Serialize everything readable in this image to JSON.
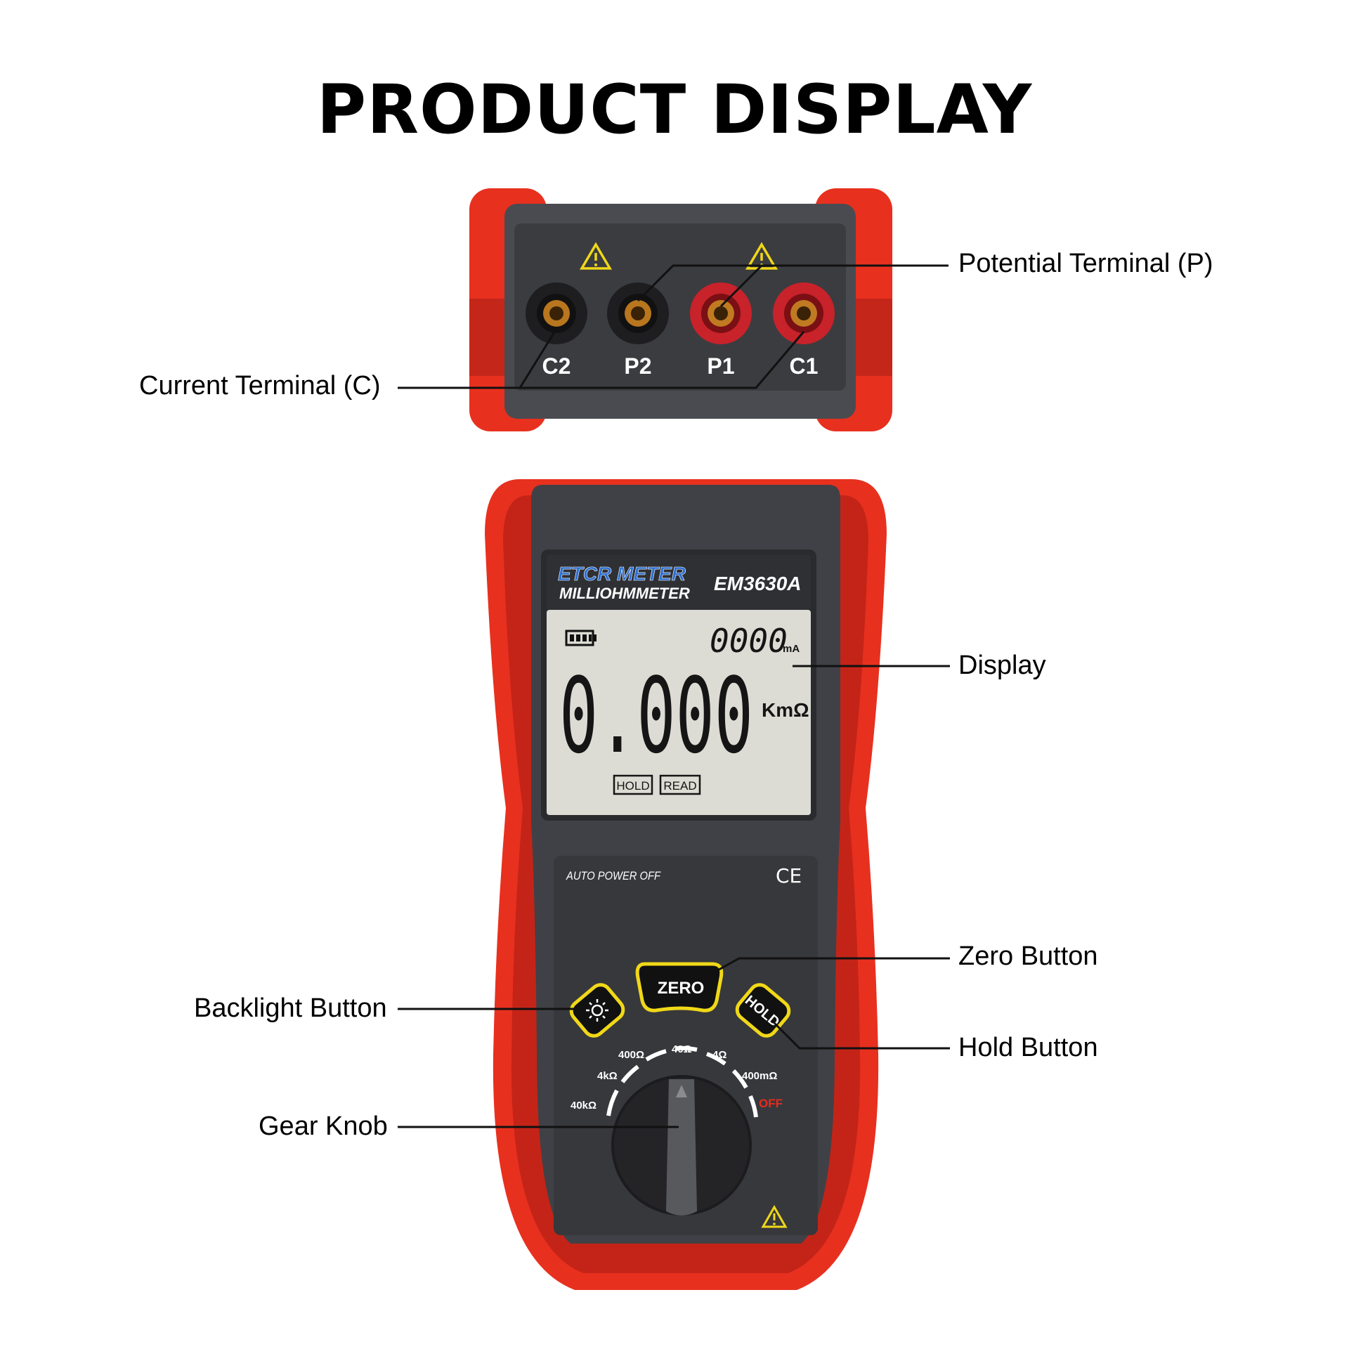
{
  "title": "PRODUCT DISPLAY",
  "callouts": {
    "potential": "Potential Terminal (P)",
    "current": "Current Terminal (C)",
    "display": "Display",
    "zero": "Zero Button",
    "backlight": "Backlight Button",
    "hold": "Hold Button",
    "knob": "Gear Knob"
  },
  "terminals": {
    "c2": "C2",
    "p2": "P2",
    "p1": "P1",
    "c1": "C1"
  },
  "device": {
    "brand": "ETCR METER",
    "product_type": "MILLIOHMMETER",
    "model": "EM3630A",
    "auto_power_off": "AUTO POWER OFF",
    "ce_mark": "CE",
    "zero_label": "ZERO",
    "hold_label": "HOLD"
  },
  "lcd": {
    "current_reading": "0000",
    "current_unit": "mA",
    "main_reading": "0.000",
    "main_unit": "KmΩ",
    "hold_indicator": "HOLD",
    "read_indicator": "READ"
  },
  "dial": {
    "r40k": "40kΩ",
    "r4k": "4kΩ",
    "r400": "400Ω",
    "r40": "40Ω",
    "r4": "4Ω",
    "r400m": "400mΩ",
    "off": "OFF"
  },
  "colors": {
    "case_red": "#e8301f",
    "panel_gray": "#3d3e42",
    "lcd_bg": "#dcdcd4",
    "warning_yellow": "#f0d818",
    "off_red": "#e62b1e"
  }
}
